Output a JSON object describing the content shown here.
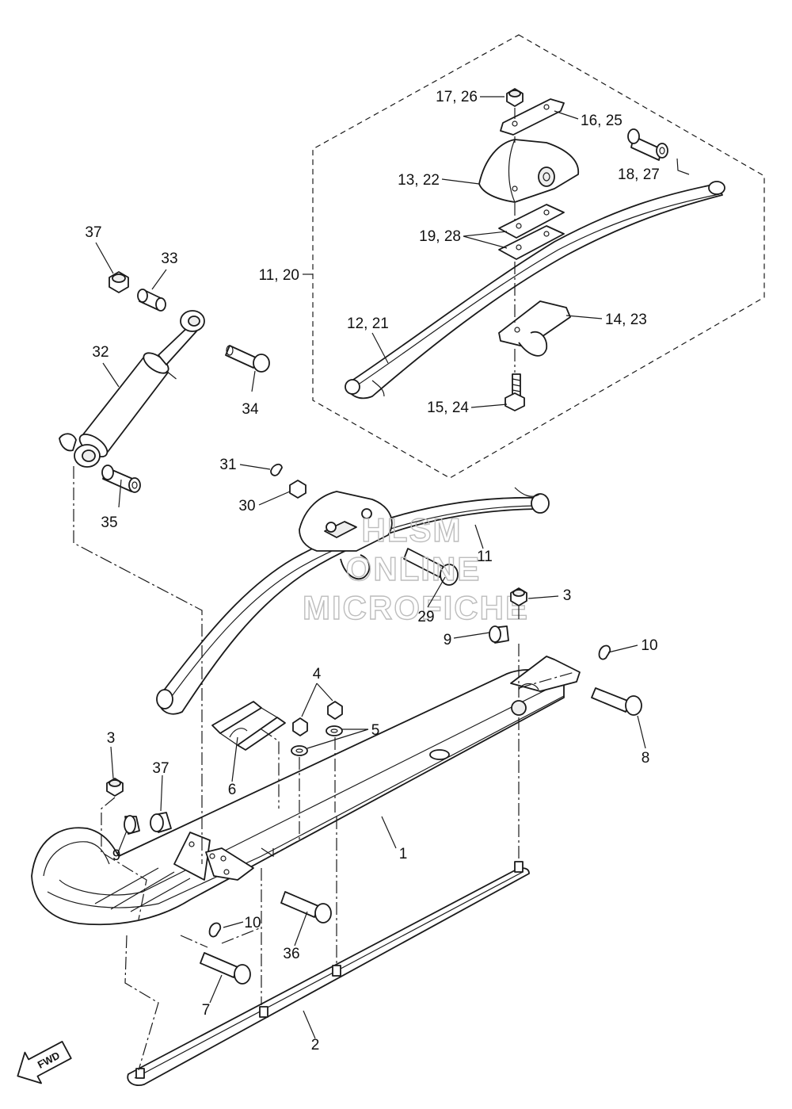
{
  "labels": {
    "l_17_26": "17, 26",
    "l_16_25": "16, 25",
    "l_18_27": "18, 27",
    "l_13_22": "13, 22",
    "l_19_28": "19, 28",
    "l_11_20": "11, 20",
    "l_12_21": "12, 21",
    "l_14_23": "14, 23",
    "l_15_24": "15, 24",
    "l_37_top": "37",
    "l_33": "33",
    "l_32": "32",
    "l_34": "34",
    "l_35": "35",
    "l_31": "31",
    "l_30": "30",
    "l_29": "29",
    "l_11": "11",
    "l_3_right": "3",
    "l_9_right": "9",
    "l_10_right": "10",
    "l_8": "8",
    "l_4": "4",
    "l_5": "5",
    "l_6": "6",
    "l_3_left": "3",
    "l_37_left": "37",
    "l_9_left": "9",
    "l_1": "1",
    "l_10_left": "10",
    "l_36": "36",
    "l_7": "7",
    "l_2": "2"
  },
  "watermark": {
    "line1": "HLSM",
    "line2": "ONLINE",
    "line3": "MICROFICHE"
  },
  "fwd_arrow": {
    "text": "FWD"
  },
  "icons": [
    "fwd-arrow-icon"
  ]
}
